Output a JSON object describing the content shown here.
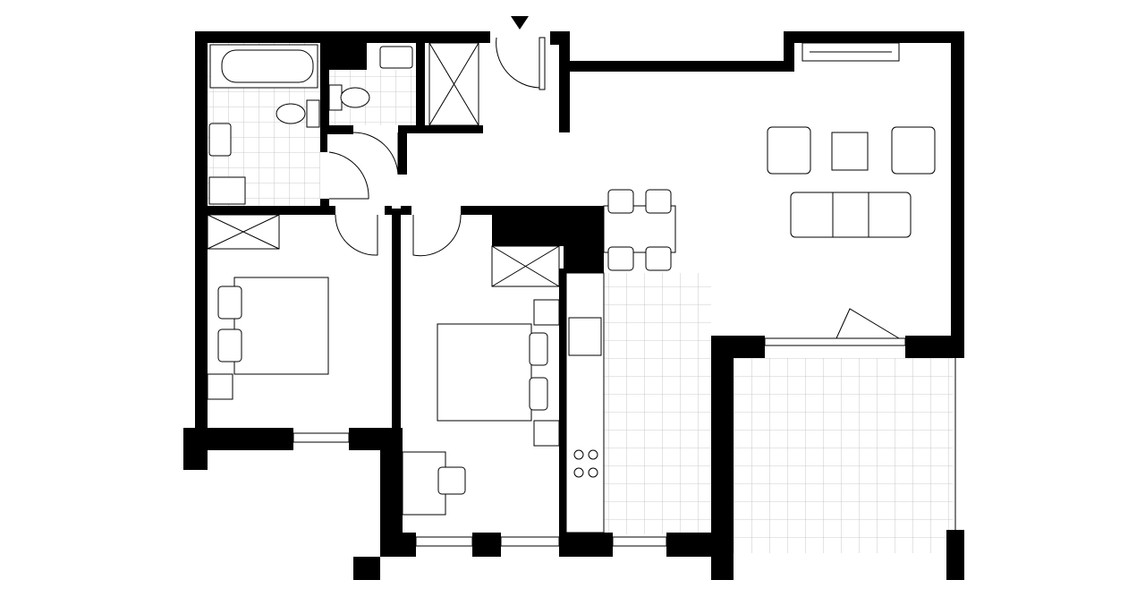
{
  "plan": {
    "colors": {
      "wall": "#000000",
      "background": "#ffffff",
      "tile_grid": "#bbbbbb"
    },
    "entrance_marker": "triangle-down",
    "rooms": [
      "bathroom",
      "wc",
      "closet",
      "hall",
      "living-room",
      "bedroom-1",
      "bedroom-2",
      "kitchen",
      "balcony"
    ]
  }
}
